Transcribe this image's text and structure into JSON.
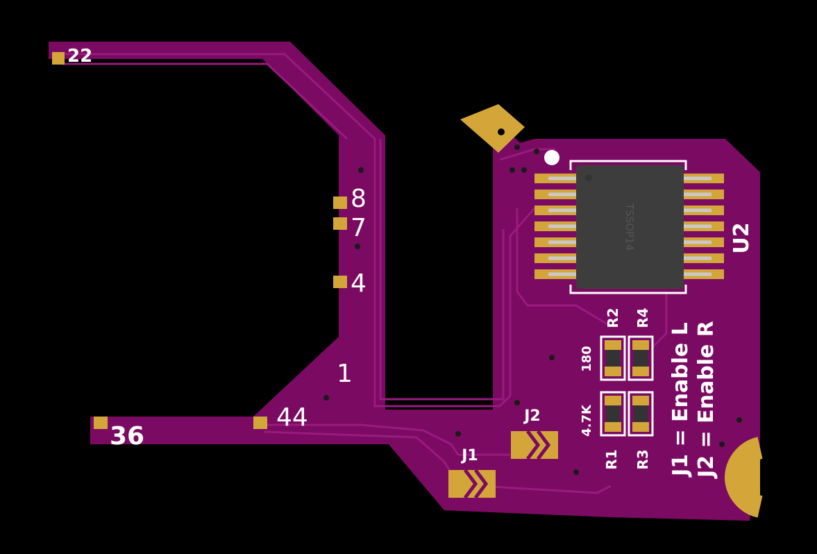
{
  "pad_labels": {
    "p22": "22",
    "p8": "8",
    "p7": "7",
    "p4": "4",
    "p1": "1",
    "p44": "44",
    "p36": "36"
  },
  "chip": {
    "designator": "U2",
    "package": "TSSOP14"
  },
  "resistors": {
    "r1": "R1",
    "r2": "R2",
    "r3": "R3",
    "r4": "R4",
    "value_a": "180",
    "value_b": "4.7K"
  },
  "jumpers": {
    "j1": "J1",
    "j2": "J2"
  },
  "notes": {
    "j1_note": "J1 = Enable L",
    "j2_note": "J2 = Enable R"
  },
  "colors": {
    "board": "#7a0a62",
    "board_trace": "#8f1576",
    "gold": "#d4a63a",
    "silkscreen": "#ffffff",
    "chip_body": "#3d3d3d"
  }
}
